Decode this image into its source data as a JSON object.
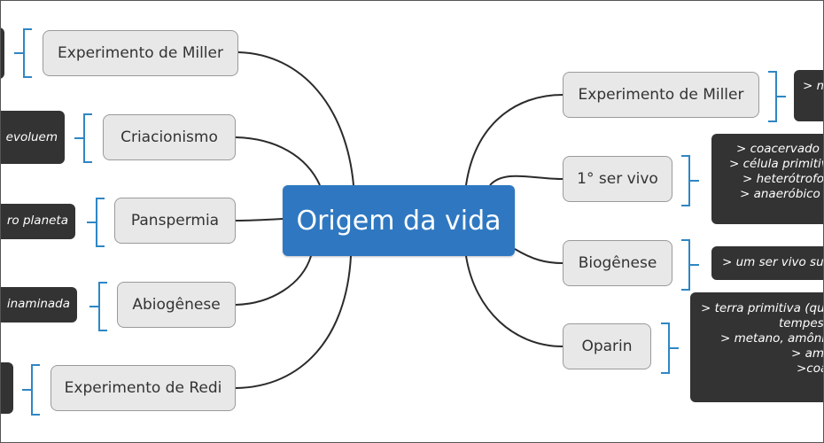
{
  "center": {
    "label": "Origem da vida"
  },
  "left": [
    {
      "label": "Experimento de Miller",
      "notes": []
    },
    {
      "label": "Criacionismo",
      "notes": [
        "evoluem"
      ]
    },
    {
      "label": "Panspermia",
      "notes": [
        "ro planeta"
      ]
    },
    {
      "label": "Abiogênese",
      "notes": [
        "inaminada"
      ]
    },
    {
      "label": "Experimento de Redi",
      "notes": []
    }
  ],
  "right": [
    {
      "label": "Experimento de Miller",
      "notes": [
        "> m"
      ]
    },
    {
      "label": "1° ser vivo",
      "notes": [
        "> coacervado + Ri",
        "> célula primitiv",
        "> heterótrofo",
        "> anaeróbico"
      ]
    },
    {
      "label": "Biogênese",
      "notes": [
        "> um ser vivo surg"
      ]
    },
    {
      "label": "Oparin",
      "notes": [
        "> terra primitiva (que",
        "tempes",
        "> metano, amônic",
        "> am",
        ">coa"
      ]
    }
  ],
  "colors": {
    "center": "#2f78c1",
    "node_fill": "#e8e8e8",
    "note_fill": "#333333",
    "bracket": "#2f86c4",
    "link": "#2b2b2b"
  }
}
